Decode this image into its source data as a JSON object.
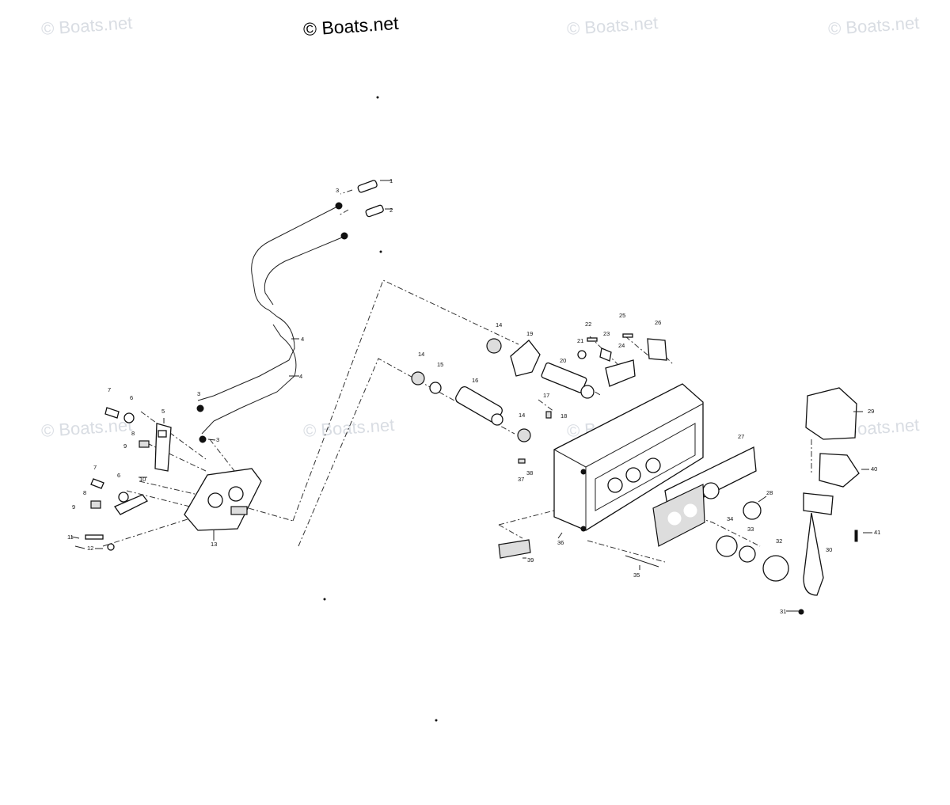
{
  "watermarks": {
    "main": "© Boats.net",
    "faint": "© Boats.net"
  },
  "part_numbers": [
    "1",
    "2",
    "3",
    "4",
    "5",
    "6",
    "7",
    "8",
    "9",
    "10",
    "11",
    "12",
    "13",
    "14",
    "15",
    "16",
    "17",
    "18",
    "19",
    "20",
    "21",
    "22",
    "23",
    "24",
    "25",
    "26",
    "27",
    "28",
    "29",
    "30",
    "31",
    "32",
    "33",
    "34",
    "35",
    "36",
    "37",
    "38",
    "39",
    "40",
    "41"
  ],
  "colors": {
    "ink": "#111111",
    "background": "#ffffff",
    "watermark": "#d9dde3"
  }
}
